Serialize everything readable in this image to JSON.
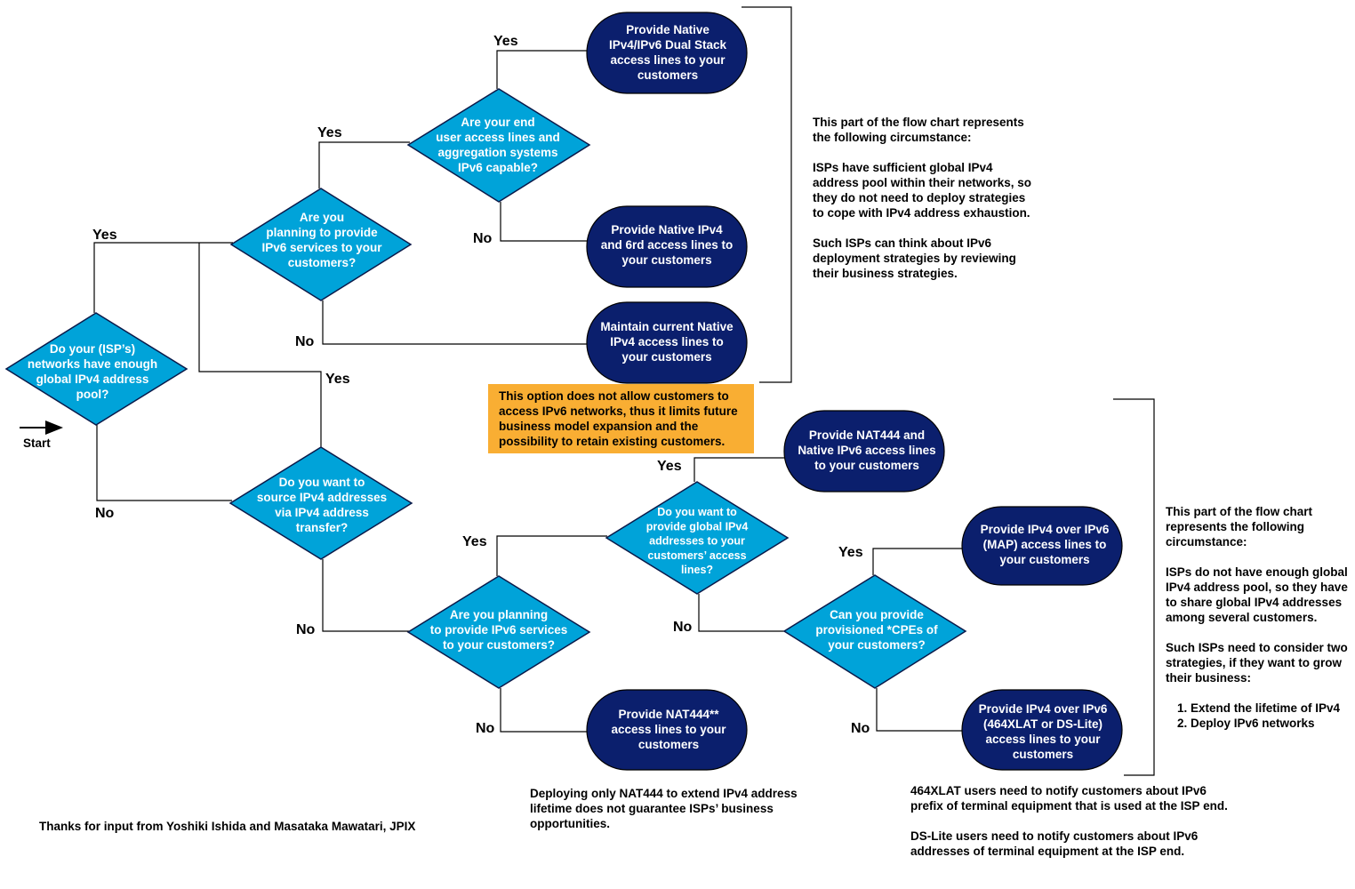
{
  "colors": {
    "decision": "#00a3d9",
    "terminal": "#0b1f6d",
    "warning": "#f9ae33",
    "line": "#000000"
  },
  "start_label": "Start",
  "decisions": {
    "d1": [
      "Do your (ISP’s)",
      "networks have enough",
      "global IPv4 address",
      "pool?"
    ],
    "d2": [
      "Are you",
      "planning to provide",
      "IPv6 services to your",
      "customers?"
    ],
    "d3": [
      "Are your end",
      "user access lines and",
      "aggregation systems",
      "IPv6 capable?"
    ],
    "d4": [
      "Do you want to",
      "source IPv4 addresses",
      "via IPv4 address",
      "transfer?"
    ],
    "d5": [
      "Are you planning",
      "to provide IPv6 services",
      "to your customers?"
    ],
    "d6": [
      "Do you want to",
      "provide global IPv4",
      "addresses to your",
      "customers’ access",
      "lines?"
    ],
    "d7": [
      "Can you provide",
      "provisioned *CPEs of",
      "your customers?"
    ]
  },
  "terminals": {
    "t1": [
      "Provide Native",
      "IPv4/IPv6  Dual Stack",
      "access lines to your",
      "customers"
    ],
    "t2": [
      "Provide Native IPv4",
      "and 6rd access lines to",
      "your customers"
    ],
    "t3": [
      "Maintain current Native",
      "IPv4 access lines to",
      "your customers"
    ],
    "t4": [
      "Provide NAT444 and",
      "Native IPv6 access lines",
      "to your customers"
    ],
    "t5": [
      "Provide IPv4 over IPv6",
      "(MAP) access lines to",
      "your customers"
    ],
    "t6": [
      "Provide NAT444**",
      "access lines to your",
      "customers"
    ],
    "t7": [
      "Provide IPv4 over IPv6",
      "(464XLAT or DS-Lite)",
      "access lines to your",
      "customers"
    ]
  },
  "branch_labels": {
    "yes": "Yes",
    "no": "No"
  },
  "warning_text": "This option does not allow customers to access IPv6 networks, thus it limits future business model expansion and the possibility to retain existing customers.",
  "note_top": {
    "p1": "This part of the flow chart represents the following circumstance:",
    "p2": "ISPs have sufficient global IPv4 address pool within their networks, so they do not need to deploy strategies to cope with IPv4 address exhaustion.",
    "p3": "Such ISPs can think about IPv6 deployment strategies by reviewing their business strategies."
  },
  "note_bottom": {
    "p1": "This part of the flow chart represents the following circumstance:",
    "p2": "ISPs do not have enough global IPv4 address pool, so they have to share global IPv4 addresses among several customers.",
    "p3": "Such ISPs need to consider two strategies, if they want to grow their business:",
    "items": [
      "Extend the lifetime of IPv4",
      "Deploy IPv6 networks"
    ]
  },
  "note_nat444": "Deploying only NAT444 to extend IPv4 address lifetime does not guarantee ISPs’ business opportunities.",
  "note_464xlat": "464XLAT users need to notify customers about IPv6 prefix of terminal equipment that is used at the ISP end.",
  "note_dslite": "DS-Lite users need to notify customers about IPv6 addresses of terminal equipment at the ISP end.",
  "thanks": "Thanks for input from Yoshiki Ishida and Masataka Mawatari, JPIX"
}
